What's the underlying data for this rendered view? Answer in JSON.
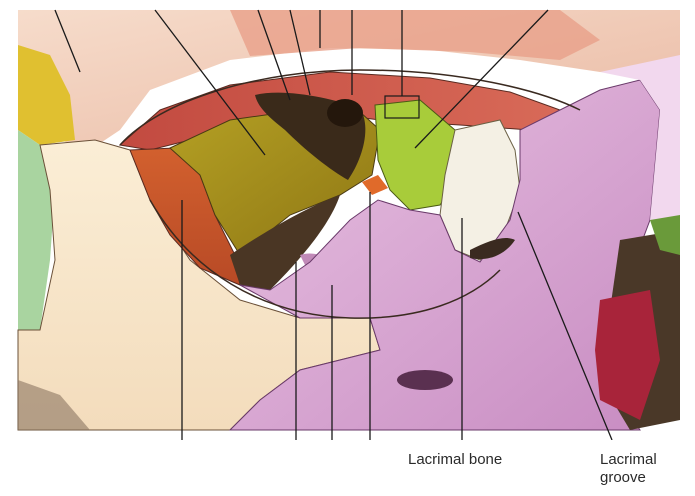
{
  "labels": {
    "lacrimal_bone": "Lacrimal bone",
    "lacrimal_groove_line1": "Lacrimal",
    "lacrimal_groove_line2": "groove"
  },
  "colors": {
    "frontal_bone": "#f6e2d6",
    "orbital_roof": "#c8504a",
    "ethmoid": "#a88f1a",
    "lacrimal": "#a8c83a",
    "maxilla": "#d8a8d0",
    "zygomatic": "#f8ecd0",
    "greater_wing": "#c85a2a",
    "sphenoid_dark": "#4a3a2a",
    "nasal_bone": "#f4f0e4",
    "leader_line": "#1a1a1a"
  }
}
